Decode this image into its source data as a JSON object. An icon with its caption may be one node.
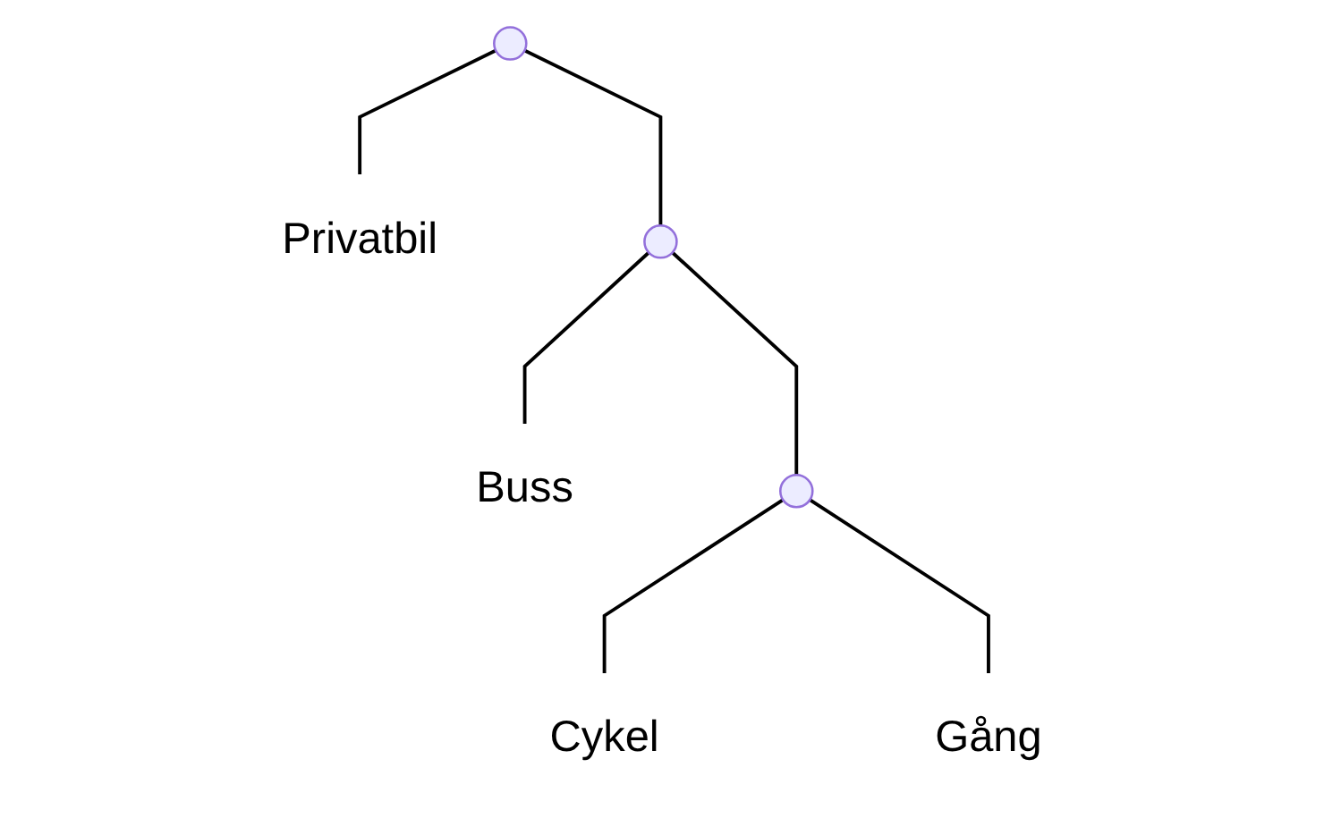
{
  "diagram": {
    "nodes": [
      {
        "text": [],
        "shape": "point"
      },
      {
        "text": [
          "Privatbil"
        ]
      },
      {
        "text": [],
        "shape": "point"
      },
      {
        "text": [
          "Buss"
        ]
      },
      {
        "text": [],
        "shape": "point"
      },
      {
        "text": [
          "Cykel"
        ]
      },
      {
        "text": [
          "Gång"
        ]
      }
    ],
    "edges": [
      {
        "from": 0,
        "to": 1,
        "arrow": "none"
      },
      {
        "from": 0,
        "to": 2,
        "arrow": "none"
      },
      {
        "from": 2,
        "to": 3,
        "arrow": "none"
      },
      {
        "from": 2,
        "to": 4,
        "arrow": "none"
      },
      {
        "from": 4,
        "to": 5,
        "arrow": "none"
      },
      {
        "from": 4,
        "to": 6,
        "arrow": "none"
      }
    ]
  }
}
